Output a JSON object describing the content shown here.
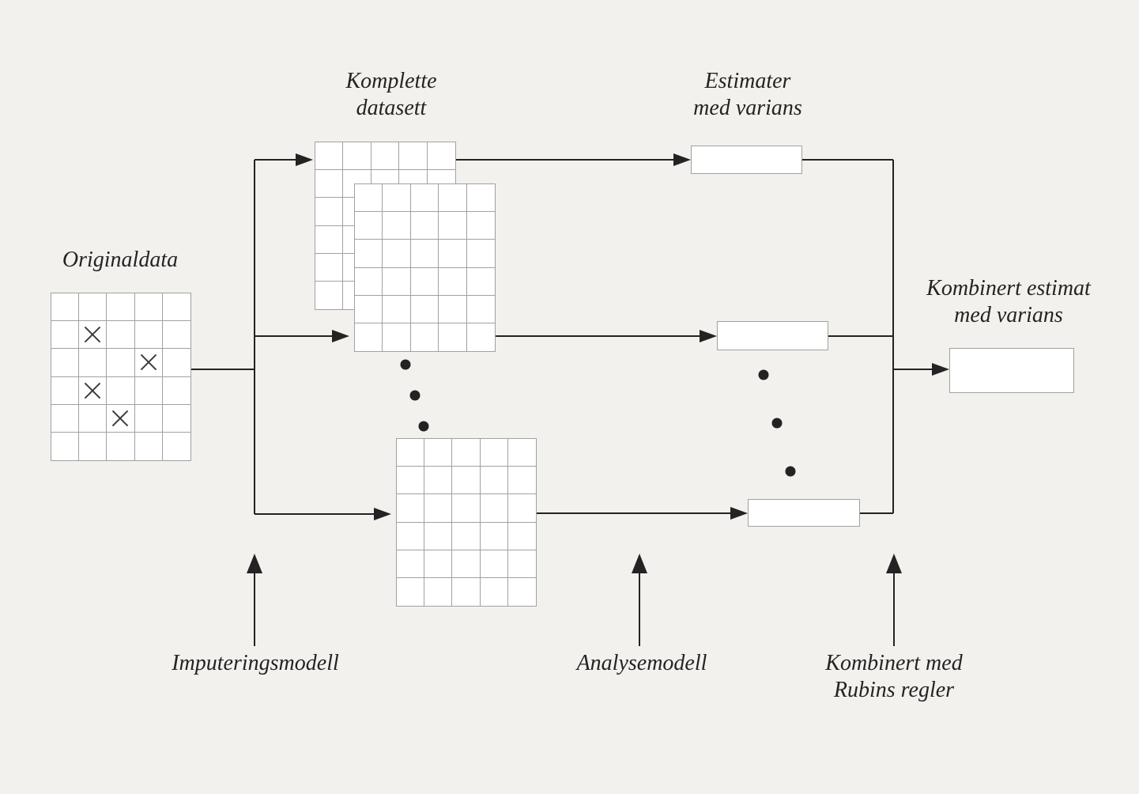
{
  "colors": {
    "background": "#f2f1ed",
    "ink": "#262223",
    "grid_line": "#a2a19f",
    "box_fill": "#ffffff"
  },
  "diagram": {
    "original_data": {
      "label": "Originaldata",
      "rows": 6,
      "cols": 5,
      "missing_cells": [
        [
          1,
          1
        ],
        [
          2,
          3
        ],
        [
          3,
          1
        ],
        [
          4,
          2
        ]
      ]
    },
    "complete_datasets": {
      "label_line1": "Komplette",
      "label_line2": "datasett",
      "grid_1": {
        "rows": 6,
        "cols": 5,
        "missing_cells": []
      },
      "grid_2": {
        "rows": 6,
        "cols": 5,
        "missing_cells": []
      },
      "grid_m": {
        "rows": 6,
        "cols": 5,
        "missing_cells": []
      }
    },
    "estimates": {
      "label_line1": "Estimater",
      "label_line2": "med varians",
      "box_count": 3
    },
    "combined_estimate": {
      "label_line1": "Kombinert estimat",
      "label_line2": "med varians"
    },
    "process_labels": {
      "imputation": "Imputeringsmodell",
      "analysis": "Analysemodell",
      "combine_line1": "Kombinert med",
      "combine_line2": "Rubins regler"
    }
  }
}
